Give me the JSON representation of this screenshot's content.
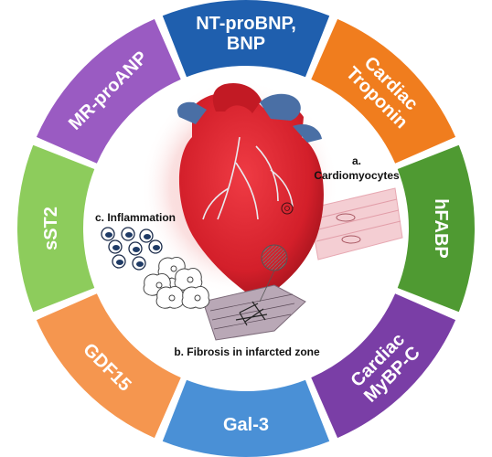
{
  "ring": {
    "segments": [
      {
        "id": "nt-probnp",
        "lines": [
          "NT-proBNP,",
          "BNP"
        ],
        "color": "#1f5fae"
      },
      {
        "id": "cardiac-troponin",
        "lines": [
          "Cardiac",
          "Troponin"
        ],
        "color": "#f07d1e"
      },
      {
        "id": "hfabp",
        "lines": [
          "hFABP"
        ],
        "color": "#4f9a32"
      },
      {
        "id": "cardiac-mybp-c",
        "lines": [
          "Cardiac",
          "MyBP-C"
        ],
        "color": "#7a3ea6"
      },
      {
        "id": "gal-3",
        "lines": [
          "Gal-3"
        ],
        "color": "#4a90d6"
      },
      {
        "id": "gdf15",
        "lines": [
          "GDF15"
        ],
        "color": "#f5964f"
      },
      {
        "id": "sst2",
        "lines": [
          "sST2"
        ],
        "color": "#8dcc5c"
      },
      {
        "id": "mr-proanp",
        "lines": [
          "MR-proANP"
        ],
        "color": "#9a5bc2"
      }
    ]
  },
  "center": {
    "label_cardiomyocytes_letter": "a.",
    "label_cardiomyocytes": "Cardiomyocytes",
    "label_inflammation": "c. Inflammation",
    "label_fibrosis": "b. Fibrosis in infarcted zone"
  },
  "colors": {
    "heart_red": "#d8202c",
    "heart_dark": "#a3141d",
    "vessel_blue": "#4a6fa5",
    "glow": "#f4b6b6"
  }
}
